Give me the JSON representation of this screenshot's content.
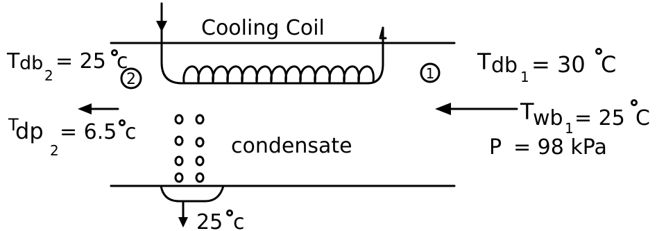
{
  "title": "Cooling Coil",
  "inlet": {
    "state_number": "1",
    "dry_bulb": {
      "symbol": "T",
      "subscript": "db",
      "index": "1",
      "value": "= 30",
      "unit": "C"
    },
    "wet_bulb": {
      "symbol": "T",
      "subscript": "wb",
      "index": "1",
      "value": "= 25",
      "unit": "C"
    },
    "pressure": {
      "label": "P",
      "value": "= 98 kPa"
    }
  },
  "outlet": {
    "state_number": "2",
    "dry_bulb": {
      "symbol": "T",
      "subscript": "db",
      "index": "2",
      "value": "= 25",
      "unit": "c"
    },
    "dew_point": {
      "symbol": "T",
      "subscript": "dp",
      "index": "2",
      "value": "= 6.5",
      "unit": "c"
    }
  },
  "condensate": {
    "label": "condensate",
    "temperature": {
      "value": "25",
      "unit": "c"
    }
  }
}
